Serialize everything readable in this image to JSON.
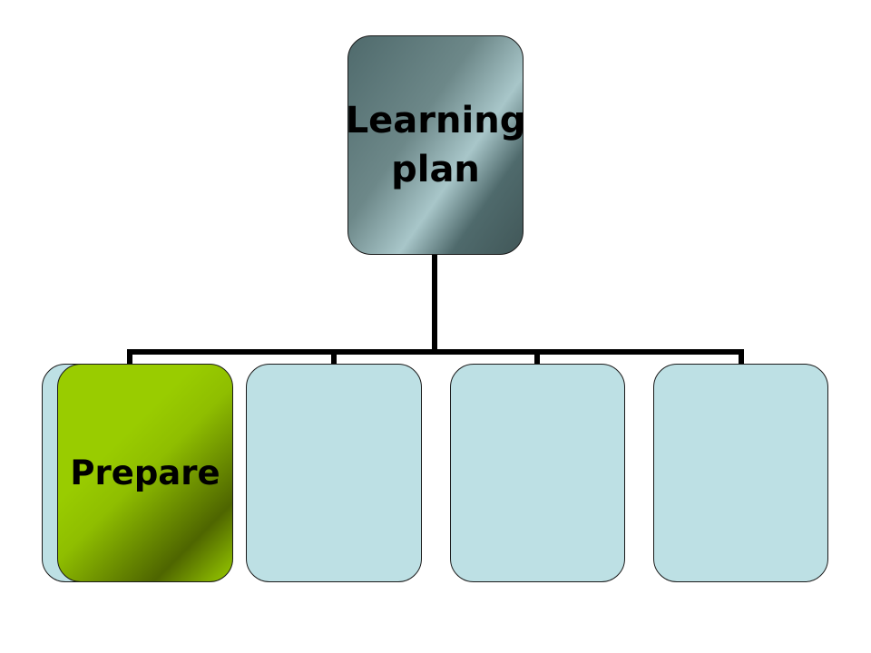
{
  "diagram": {
    "root": {
      "label_line1": "Learning",
      "label_line2": "plan"
    },
    "children": [
      {
        "label": "Prepare"
      },
      {
        "label": ""
      },
      {
        "label": ""
      },
      {
        "label": ""
      }
    ]
  },
  "colors": {
    "root_fill": "#6d8889",
    "child_fill": "#bde0e4",
    "active_child_fill": "#99cc00",
    "connector": "#000000"
  }
}
